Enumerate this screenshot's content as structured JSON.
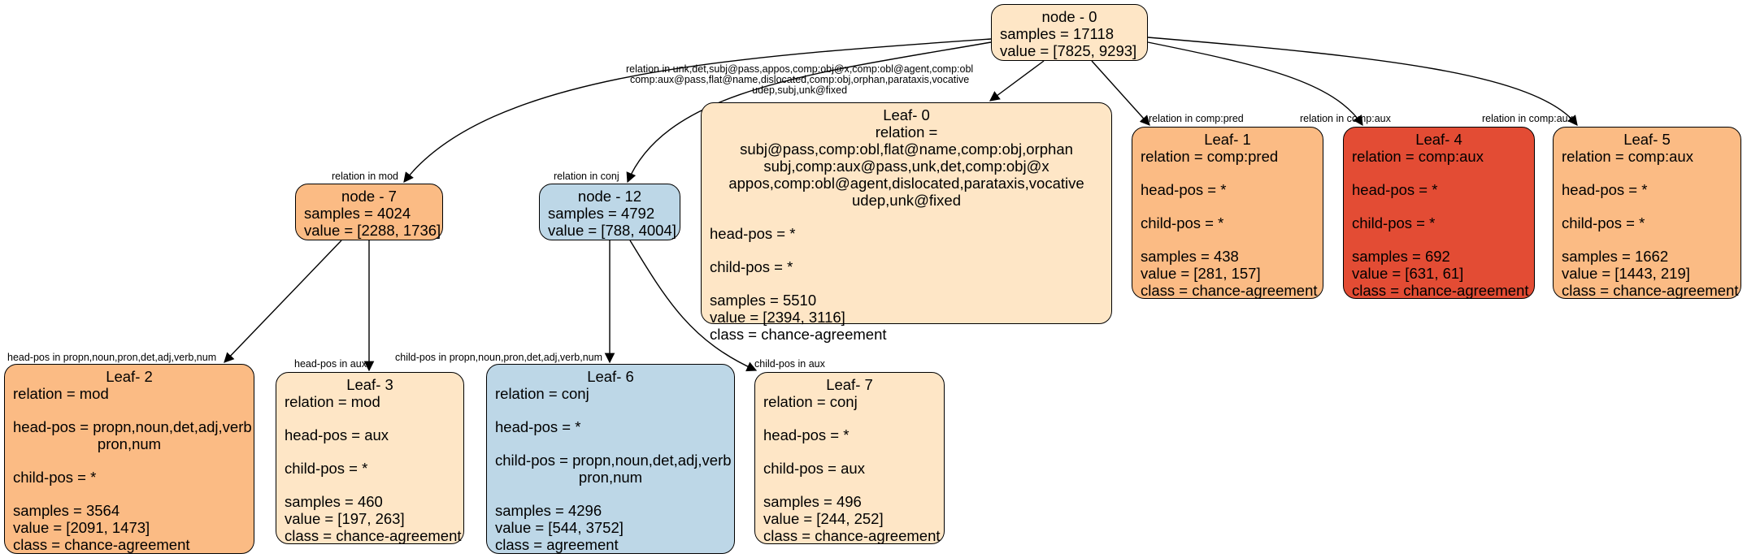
{
  "colors": {
    "light_orange": "#fee6c6",
    "orange": "#fbbb84",
    "red": "#e34c34",
    "blue": "#bdd7e7",
    "edge": "#000000"
  },
  "nodes": {
    "node0": {
      "title": "node - 0",
      "samples": "samples = 17118",
      "value": "value = [7825, 9293]"
    },
    "node7": {
      "title": "node - 7",
      "samples": "samples = 4024",
      "value": "value = [2288, 1736]"
    },
    "node12": {
      "title": "node - 12",
      "samples": "samples = 4792",
      "value": "value = [788, 4004]"
    }
  },
  "leaves": {
    "leaf0": {
      "title": "Leaf- 0",
      "relation_lines": [
        "relation = subj@pass,comp:obl,flat@name,comp:obj,orphan",
        "subj,comp:aux@pass,unk,det,comp:obj@x",
        "appos,comp:obl@agent,dislocated,parataxis,vocative",
        "udep,unk@fixed"
      ],
      "head_pos": "head-pos = *",
      "child_pos": "child-pos = *",
      "samples": "samples = 5510",
      "value": "value = [2394, 3116]",
      "class": "class = chance-agreement"
    },
    "leaf1": {
      "title": "Leaf- 1",
      "relation": "relation = comp:pred",
      "head_pos": "head-pos = *",
      "child_pos": "child-pos = *",
      "samples": "samples = 438",
      "value": "value = [281, 157]",
      "class": "class = chance-agreement"
    },
    "leaf4": {
      "title": "Leaf- 4",
      "relation": "relation = comp:aux",
      "head_pos": "head-pos = *",
      "child_pos": "child-pos = *",
      "samples": "samples = 692",
      "value": "value = [631, 61]",
      "class": "class = chance-agreement"
    },
    "leaf5": {
      "title": "Leaf- 5",
      "relation": "relation = comp:aux",
      "head_pos": "head-pos = *",
      "child_pos": "child-pos = *",
      "samples": "samples = 1662",
      "value": "value = [1443, 219]",
      "class": "class = chance-agreement"
    },
    "leaf2": {
      "title": "Leaf- 2",
      "relation": "relation = mod",
      "head_pos_lines": [
        "head-pos = propn,noun,det,adj,verb",
        "pron,num"
      ],
      "child_pos": "child-pos = *",
      "samples": "samples = 3564",
      "value": "value = [2091, 1473]",
      "class": "class = chance-agreement"
    },
    "leaf3": {
      "title": "Leaf- 3",
      "relation": "relation = mod",
      "head_pos": "head-pos = aux",
      "child_pos": "child-pos = *",
      "samples": "samples = 460",
      "value": "value = [197, 263]",
      "class": "class = chance-agreement"
    },
    "leaf6": {
      "title": "Leaf- 6",
      "relation": "relation = conj",
      "head_pos": "head-pos = *",
      "child_pos_lines": [
        "child-pos = propn,noun,det,adj,verb",
        "pron,num"
      ],
      "samples": "samples = 4296",
      "value": "value = [544, 3752]",
      "class": "class = agreement"
    },
    "leaf7": {
      "title": "Leaf- 7",
      "relation": "relation = conj",
      "head_pos": "head-pos = *",
      "child_pos": "child-pos = aux",
      "samples": "samples = 496",
      "value": "value = [244, 252]",
      "class": "class = chance-agreement"
    }
  },
  "edge_labels": {
    "to_node12": [
      "relation in unk,det,subj@pass,appos,comp:obj@x,comp:obl@agent,comp:obl",
      "comp:aux@pass,flat@name,dislocated,comp:obj,orphan,parataxis,vocative",
      "udep,subj,unk@fixed"
    ],
    "to_node7": "relation in mod",
    "to_node12_short": "relation in conj",
    "to_leaf1": "relation in comp:pred",
    "to_leaf4": "relation in comp:aux",
    "to_leaf5": "relation in comp:aux",
    "to_leaf2": "head-pos in propn,noun,pron,det,adj,verb,num",
    "to_leaf3": "head-pos in aux",
    "to_leaf6": "child-pos in propn,noun,pron,det,adj,verb,num",
    "to_leaf7": "child-pos in aux"
  }
}
